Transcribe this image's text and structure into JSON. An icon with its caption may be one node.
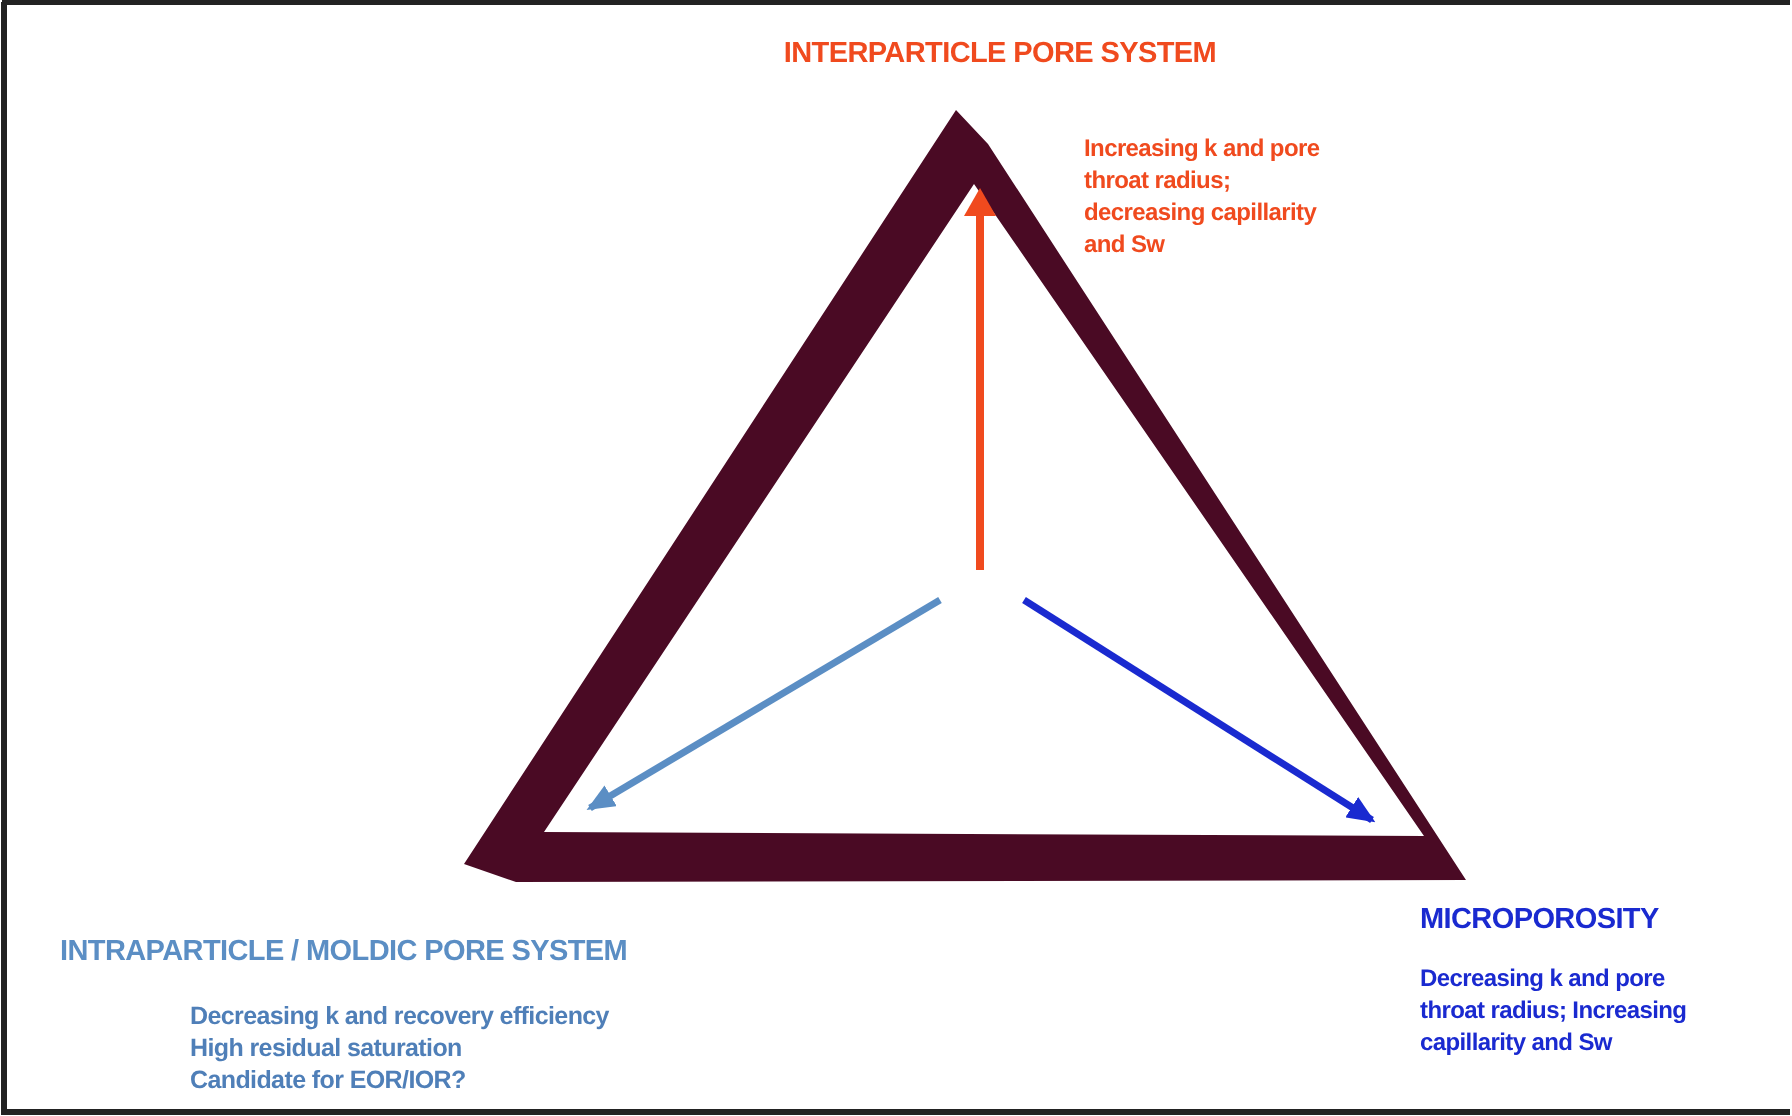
{
  "diagram": {
    "labels": [
      "INTERPARTICLE PORE SYSTEM",
      "Increasing k and pore throat radius; decreasing capillarity and Sw",
      "INTRAPARTICLE / MOLDIC PORE SYSTEM",
      "Decreasing k and recovery efficiency",
      "High residual saturation",
      "Candidate for EOR/IOR?",
      "MICROPOROSITY",
      "Decreasing k and pore throat radius; Increasing capillarity and Sw"
    ]
  }
}
